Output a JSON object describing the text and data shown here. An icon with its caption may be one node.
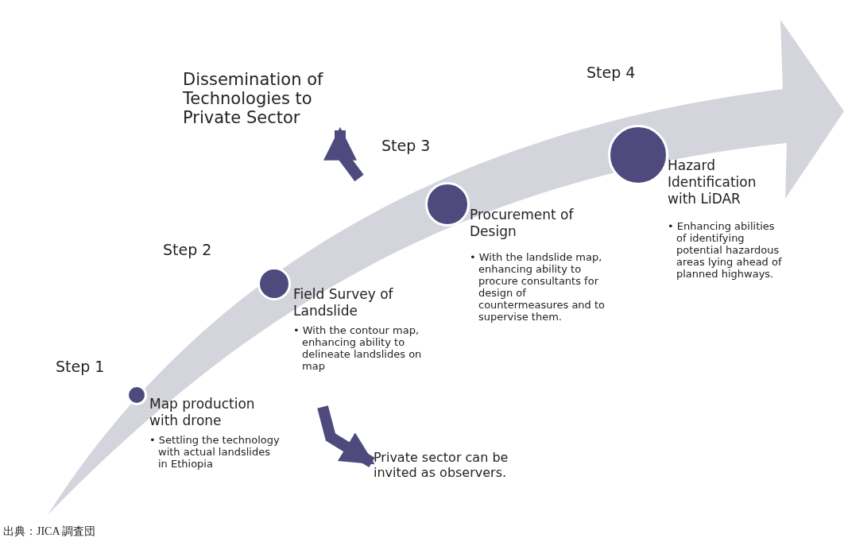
{
  "diagram": {
    "caption": "出典：JICA 調査団",
    "nodes": [
      {
        "text": [
          "Map production with drone",
          "• Settling the technology with actual landslides in Ethiopia"
        ],
        "beside": [
          "Step 1"
        ]
      },
      {
        "text": [
          "Field Survey of Landslide",
          "• With the contour map, enhancing ability to delineate landslides on map"
        ],
        "beside": [
          "Step 2"
        ]
      },
      {
        "text": [
          "Procurement of Design",
          "• With the landslide map, enhancing ability to procure consultants for design of countermeasures and to supervise them."
        ],
        "beside": [
          "Step 3"
        ]
      },
      {
        "text": [
          "Hazard Identification with LiDAR",
          "• Enhancing abilities of identifying potential hazardous areas lying ahead of planned highways."
        ],
        "beside": [
          "Step 4"
        ]
      },
      {
        "text": [
          "Dissemination of Technologies to Private Sector"
        ]
      },
      {
        "text": [
          "Private sector can be invited as observers."
        ]
      }
    ],
    "edges": [
      {
        "from": null,
        "to": 4,
        "arrow": "to"
      },
      {
        "from": null,
        "to": 5,
        "arrow": "to"
      }
    ]
  }
}
